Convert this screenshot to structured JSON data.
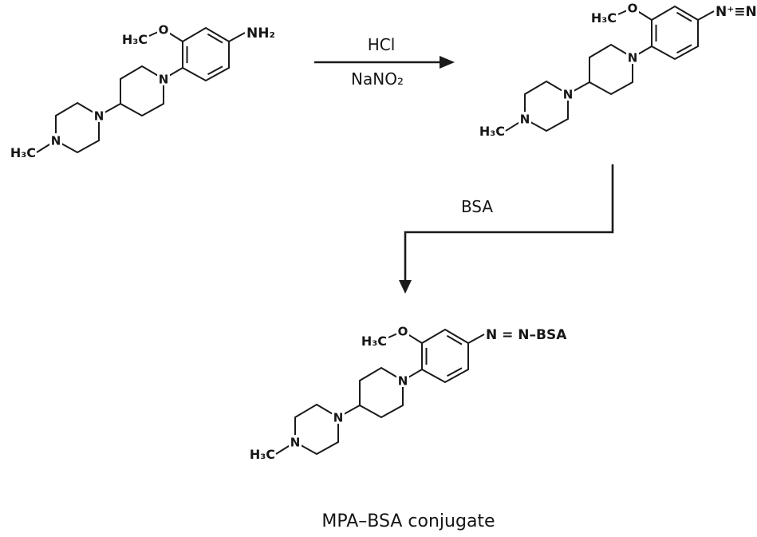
{
  "atoms": {
    "methyl": "H₃C",
    "nitrogen": "N",
    "oxygen": "O",
    "amine": "NH₂",
    "diazonium": "N⁺≡N",
    "azo_bsa": "N = N–BSA"
  },
  "reaction": {
    "step1_reagent_top": "HCl",
    "step1_reagent_bottom": "NaNO₂",
    "step2_reagent": "BSA"
  },
  "caption": "MPA–BSA conjugate",
  "colors": {
    "line": "#1a1a1a",
    "background": "#ffffff"
  }
}
